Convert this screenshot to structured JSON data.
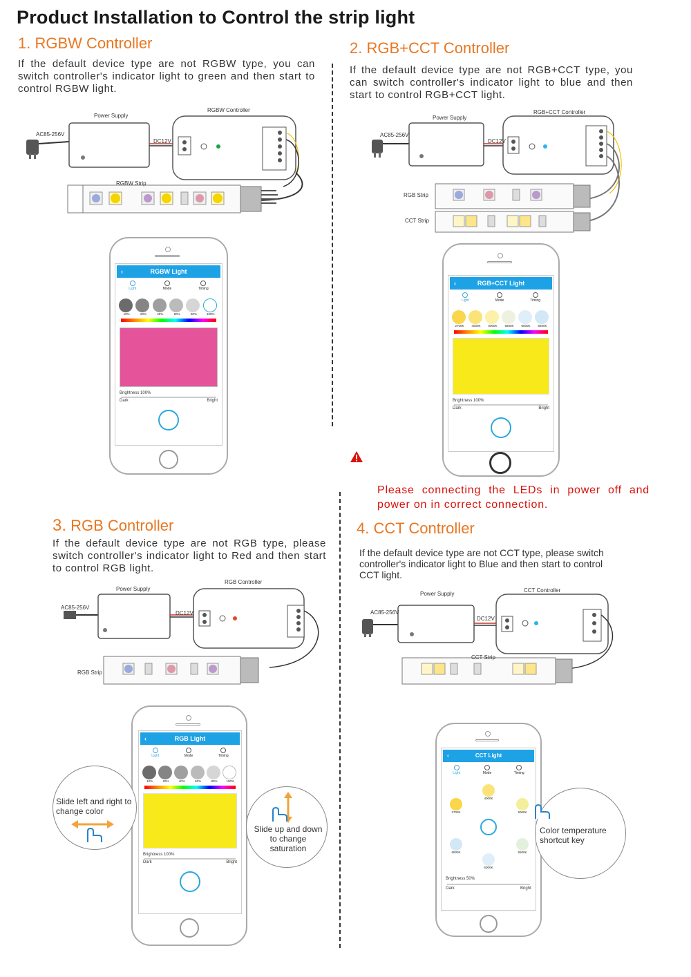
{
  "title": "Product Installation to Control the strip light",
  "sections": {
    "s1": {
      "heading": "1. RGBW Controller",
      "desc": "If the default device type are not RGBW type, you can switch controller's indicator light to green and then start to control RGBW light.",
      "power_supply": "Power Supply",
      "controller": "RGBW Controller",
      "ac": "AC85-256V",
      "dc": "DC12V",
      "strip": "RGBW Strip",
      "app_title": "RGBW Light",
      "tabs": [
        "Light",
        "Mode",
        "Timing"
      ],
      "swatch_labels": [
        "10%",
        "20%",
        "40%",
        "60%",
        "80%",
        "100%"
      ],
      "brightness": "Brightness 100%",
      "dark": "Dark",
      "bright": "Bright",
      "indicator_color": "#1aa34a",
      "preview_color": "#e5549b"
    },
    "s2": {
      "heading": "2. RGB+CCT Controller",
      "desc": "If the default device type are not RGB+CCT type, you can switch controller's indicator light to blue and then start to control RGB+CCT light.",
      "power_supply": "Power Supply",
      "controller": "RGB+CCT Controller",
      "ac": "AC85-256V",
      "dc": "DC12V",
      "strip1": "RGB Strip",
      "strip2": "CCT Strip",
      "app_title": "RGB+CCT Light",
      "tabs": [
        "Light",
        "Mode",
        "Timing"
      ],
      "swatch_labels": [
        "2700K",
        "4000K",
        "5000K",
        "5500K",
        "6000K",
        "6500K"
      ],
      "brightness": "Brightness 100%",
      "dark": "Dark",
      "bright": "Bright",
      "indicator_color": "#29b6e8",
      "preview_color": "#f8ea1a"
    },
    "warning": "Please connecting the LEDs in power off and power on in correct connection.",
    "s3": {
      "heading_num": "3.",
      "heading_text": " RGB Controller",
      "desc": "If the default device type are not RGB type, please switch controller's indicator light to Red and then start to control RGB light.",
      "power_supply": "Power Supply",
      "controller": "RGB Controller",
      "ac": "AC85-256V",
      "dc": "DC12V",
      "strip": "RGB Strip",
      "app_title": "RGB Light",
      "tabs": [
        "Light",
        "Mode",
        "Timing"
      ],
      "swatch_labels": [
        "10%",
        "20%",
        "40%",
        "60%",
        "80%",
        "100%"
      ],
      "brightness": "Brightness 100%",
      "dark": "Dark",
      "bright": "Bright",
      "bubble_left": "Slide left and right to change color",
      "bubble_right": "Slide up and down to change saturation",
      "indicator_color": "#e8442a",
      "preview_color": "#f8ea1a"
    },
    "s4": {
      "heading": "4. CCT Controller",
      "desc": "If the default device type are not CCT type, please switch controller's indicator light to Blue and then start to control CCT light.",
      "power_supply": "Power Supply",
      "controller": "CCT Controller",
      "ac": "AC85-256V",
      "dc": "DC12V",
      "strip": "CCT Strip",
      "app_title": "CCT Light",
      "tabs": [
        "Light",
        "Mode",
        "Timing"
      ],
      "temps": [
        "4000K",
        "2700K",
        "5000K",
        "6500K",
        "5500K",
        "6000K"
      ],
      "brightness": "Brightness 50%",
      "dark": "Dark",
      "bright": "Bright",
      "bubble": "Color temperature shortcut key",
      "indicator_color": "#29b6e8"
    }
  }
}
